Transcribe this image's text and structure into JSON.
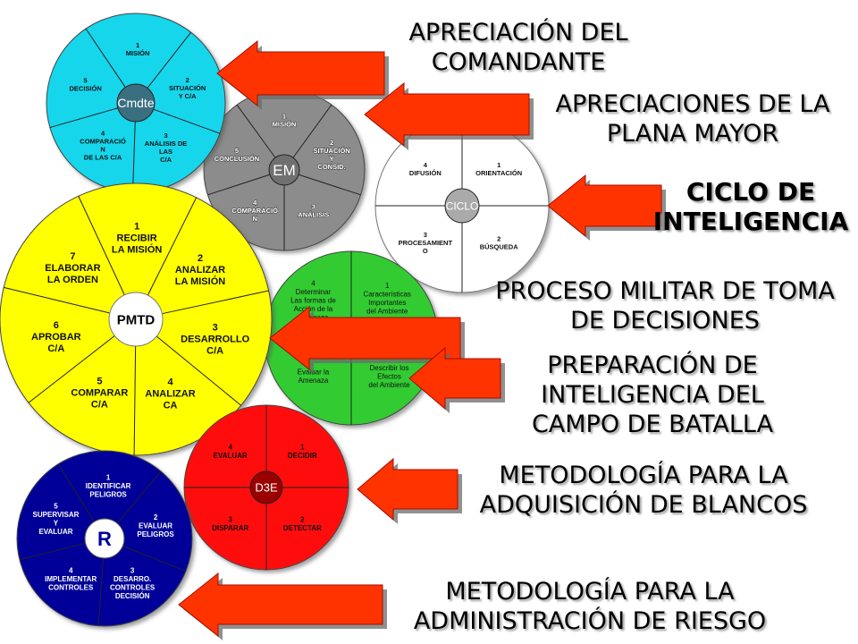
{
  "colors": {
    "arrow": "#ff3300",
    "arrow_edge": "#a01000",
    "arrow_shadow": "#6b6b6b",
    "cmdte": "#16d6ec",
    "em": "#8c8c8c",
    "ciclo": "#ffffff",
    "pmtd": "#ffff00",
    "ipb": "#33cc33",
    "d3e": "#ff1111",
    "riesgo": "#000099"
  },
  "wheels": {
    "cmdte": {
      "center_label": "Cmdte",
      "segments": [
        {
          "lines": [
            "1",
            "MISIÓN"
          ]
        },
        {
          "lines": [
            "2",
            "SITUACIÓN",
            "Y C/A"
          ]
        },
        {
          "lines": [
            "3",
            "ANÁLISIS DE",
            "LAS",
            "C/A"
          ]
        },
        {
          "lines": [
            "4",
            "COMPARACIÓ",
            "N",
            "DE LAS C/A"
          ]
        },
        {
          "lines": [
            "5",
            "DECISIÓN"
          ]
        }
      ]
    },
    "em": {
      "center_label": "EM",
      "segments": [
        {
          "lines": [
            "1",
            "MISIÓN"
          ]
        },
        {
          "lines": [
            "2",
            "SITUACIÓN",
            "Y",
            "CONSID."
          ]
        },
        {
          "lines": [
            "3",
            "ANÁLISIS"
          ]
        },
        {
          "lines": [
            "4",
            "COMPARACIÓ",
            "N"
          ]
        },
        {
          "lines": [
            "5",
            "CONCLUSIÓN"
          ]
        }
      ]
    },
    "ciclo": {
      "center_label": "CICLO",
      "segments": [
        {
          "lines": [
            "1",
            "ORIENTACIÓN"
          ]
        },
        {
          "lines": [
            "2",
            "BÚSQUEDA"
          ]
        },
        {
          "lines": [
            "3",
            "PROCESAMIENT",
            "O"
          ]
        },
        {
          "lines": [
            "4",
            "DIFUSIÓN"
          ]
        }
      ]
    },
    "pmtd": {
      "center_label": "PMTD",
      "segments": [
        {
          "lines": [
            "1",
            "RECIBIR",
            "LA MISIÓN"
          ]
        },
        {
          "lines": [
            "2",
            "ANALIZAR",
            "LA MISIÓN"
          ]
        },
        {
          "lines": [
            "3",
            "DESARROLLO",
            "C/A"
          ]
        },
        {
          "lines": [
            "4",
            "ANALIZAR",
            "CA"
          ]
        },
        {
          "lines": [
            "5",
            "COMPARAR",
            "C/A"
          ]
        },
        {
          "lines": [
            "6",
            "APROBAR",
            "C/A"
          ]
        },
        {
          "lines": [
            "7",
            "ELABORAR",
            "LA ORDEN"
          ]
        }
      ]
    },
    "ipb": {
      "center_label": "",
      "segments": [
        {
          "lines": [
            "1",
            "Características",
            "Importantes",
            "del Ambiente"
          ]
        },
        {
          "lines": [
            "Describir los",
            "Efectos",
            "del Ambiente"
          ]
        },
        {
          "lines": [
            "Evaluar la",
            "Amenaza"
          ]
        },
        {
          "lines": [
            "4",
            "Determinar",
            "Las formas de",
            "Acción de la",
            "Amenaza"
          ]
        }
      ]
    },
    "d3e": {
      "center_label": "D3E",
      "segments": [
        {
          "lines": [
            "1",
            "DECIDIR"
          ]
        },
        {
          "lines": [
            "2",
            "DETECTAR"
          ]
        },
        {
          "lines": [
            "3",
            "DISPARAR"
          ]
        },
        {
          "lines": [
            "4",
            "EVALUAR"
          ]
        }
      ]
    },
    "riesgo": {
      "center_label": "R",
      "segments": [
        {
          "lines": [
            "1",
            "IDENTIFICAR",
            "PELIGROS"
          ]
        },
        {
          "lines": [
            "2",
            "EVALUAR",
            "PELIGROS"
          ]
        },
        {
          "lines": [
            "3",
            "DESARRO.",
            "CONTROLES",
            "DECISIÓN"
          ]
        },
        {
          "lines": [
            "4",
            "IMPLEMENTAR",
            "CONTROLES"
          ]
        },
        {
          "lines": [
            "5",
            "SUPERVISAR",
            "Y",
            "EVALUAR"
          ]
        }
      ]
    }
  },
  "titles": {
    "comandante": [
      "APRECIACIÓN DEL",
      "COMANDANTE"
    ],
    "plana_mayor": [
      "APRECIACIONES DE LA",
      "PLANA MAYOR"
    ],
    "ciclo": [
      "CICLO DE",
      "INTELIGENCIA"
    ],
    "proceso": [
      "PROCESO MILITAR DE TOMA",
      "DE DECISIONES"
    ],
    "preparacion": [
      "PREPARACIÓN DE",
      "INTELIGENCIA DEL",
      "CAMPO DE BATALLA"
    ],
    "blancos": [
      "METODOLOGÍA PARA LA",
      "ADQUISICIÓN DE BLANCOS"
    ],
    "riesgo": [
      "METODOLOGÍA PARA LA",
      "ADMINISTRACIÓN DE RIESGO"
    ]
  }
}
